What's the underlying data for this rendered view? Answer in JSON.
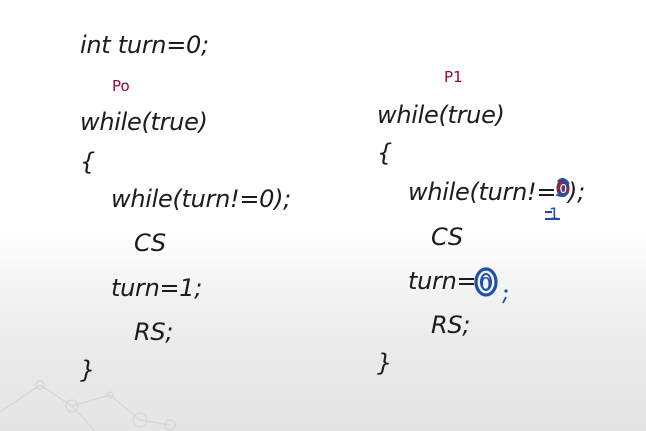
{
  "left_code": {
    "line1": "int turn=0;",
    "process_label": "Po",
    "line2": "while(true)",
    "line3": "{",
    "line4": "while(turn!=0);",
    "line5": "CS",
    "line6": "turn=1;",
    "line7": "RS;",
    "line8": "}"
  },
  "right_code": {
    "process_label": "P1",
    "line1": "while(true)",
    "line2": "{",
    "line3_prefix": "while(turn!=",
    "line3_suffix": ");",
    "line4": "CS",
    "line5_prefix": "turn=",
    "line6": "RS;",
    "line7": "}"
  },
  "annotations": {
    "scribbled_zero": "0",
    "correction_one": "1",
    "circled_zero": "0",
    "semicolon_mark": ";"
  },
  "colors": {
    "code_text": "#1c1c1c",
    "label_ink": "#8a1038",
    "annotation_ink": "#1f4fa8"
  }
}
